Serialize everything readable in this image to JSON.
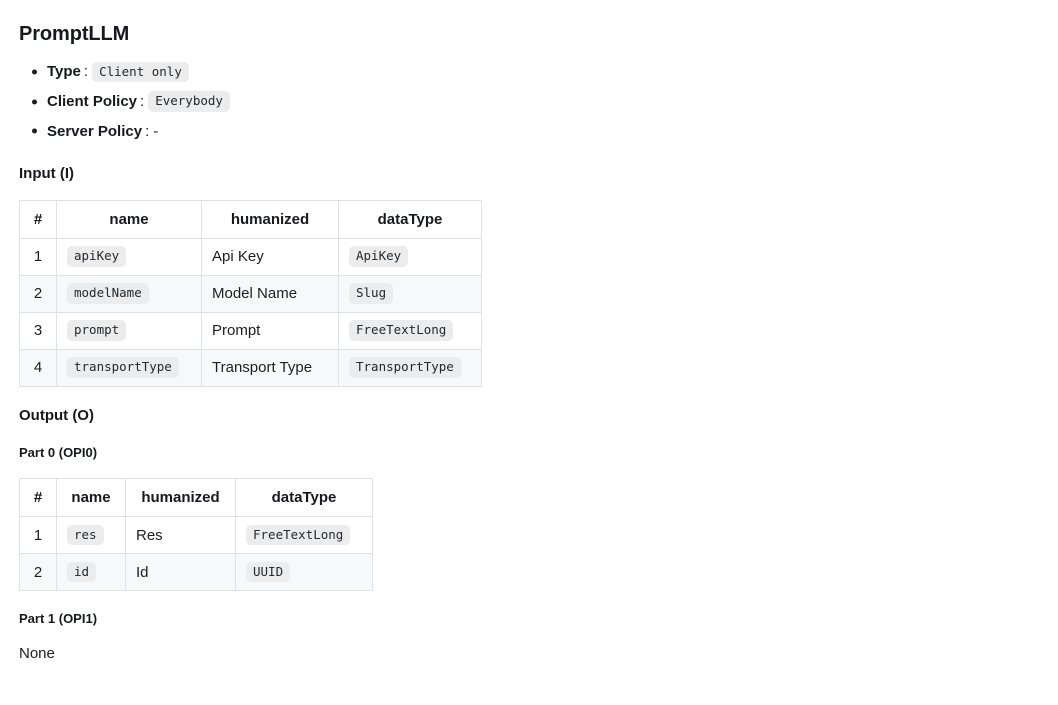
{
  "title": "PromptLLM",
  "meta": {
    "separator": ":",
    "items": [
      {
        "label": "Type",
        "value": "Client only",
        "is_chip": true
      },
      {
        "label": "Client Policy",
        "value": "Everybody",
        "is_chip": true
      },
      {
        "label": "Server Policy",
        "value": "-",
        "is_chip": false
      }
    ]
  },
  "input_section": {
    "heading": "Input (I)",
    "table": {
      "columns": [
        "#",
        "name",
        "humanized",
        "dataType"
      ],
      "rows": [
        {
          "index": "1",
          "name": "apiKey",
          "humanized": "Api Key",
          "dataType": "ApiKey"
        },
        {
          "index": "2",
          "name": "modelName",
          "humanized": "Model Name",
          "dataType": "Slug"
        },
        {
          "index": "3",
          "name": "prompt",
          "humanized": "Prompt",
          "dataType": "FreeTextLong"
        },
        {
          "index": "4",
          "name": "transportType",
          "humanized": "Transport Type",
          "dataType": "TransportType"
        }
      ]
    }
  },
  "output_section": {
    "heading": "Output (O)",
    "parts": [
      {
        "heading": "Part 0 (OPI0)",
        "empty_text": null,
        "table": {
          "columns": [
            "#",
            "name",
            "humanized",
            "dataType"
          ],
          "rows": [
            {
              "index": "1",
              "name": "res",
              "humanized": "Res",
              "dataType": "FreeTextLong"
            },
            {
              "index": "2",
              "name": "id",
              "humanized": "Id",
              "dataType": "UUID"
            }
          ]
        }
      },
      {
        "heading": "Part 1 (OPI1)",
        "empty_text": "None",
        "table": null
      }
    ]
  },
  "colors": {
    "text": "#1c1e21",
    "heading": "#17191c",
    "chip_bg": "#ececec",
    "table_border": "#dfe2e5",
    "zebra_bg": "#f6f8fa",
    "page_bg": "#ffffff"
  }
}
